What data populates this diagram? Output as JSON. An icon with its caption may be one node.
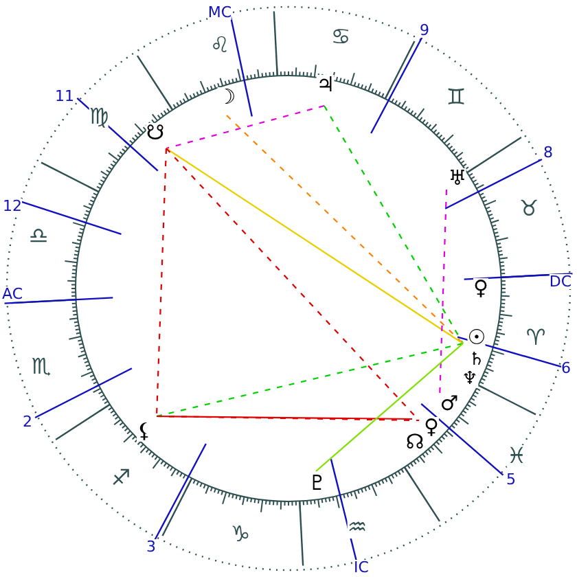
{
  "diagram": {
    "nodes": [
      {
        "text": [
          "☽"
        ]
      },
      {
        "text": [
          "♃"
        ]
      },
      {
        "text": [
          "☋"
        ]
      },
      {
        "text": [
          "♅"
        ]
      },
      {
        "text": [
          "♀"
        ]
      },
      {
        "text": [
          "☉"
        ]
      },
      {
        "text": [
          "♂"
        ]
      },
      {
        "text": [
          "♀"
        ]
      },
      {
        "text": [
          "☊"
        ]
      },
      {
        "text": [
          "⚸"
        ]
      },
      {
        "text": [
          "♇"
        ]
      }
    ],
    "edges": [
      {
        "from": 1,
        "to": 2,
        "arrow": "none",
        "style": "dashed",
        "color": "#e000e0"
      },
      {
        "from": 1,
        "to": 5,
        "arrow": "none",
        "style": "dashed",
        "color": "#00d000"
      },
      {
        "from": 0,
        "to": 5,
        "arrow": "none",
        "style": "dashed",
        "color": "#ff8000"
      },
      {
        "from": 2,
        "to": 5,
        "arrow": "none",
        "color": "#e8d000"
      },
      {
        "from": 2,
        "to": 9,
        "arrow": "none",
        "style": "dashed",
        "color": "#e00000"
      },
      {
        "from": 2,
        "to": 7,
        "arrow": "none",
        "style": "dashed",
        "color": "#e00000"
      },
      {
        "from": 3,
        "to": 6,
        "arrow": "none",
        "style": "dashed",
        "color": "#e000e0"
      },
      {
        "from": 9,
        "to": 5,
        "arrow": "none",
        "style": "dashed",
        "color": "#00d000"
      },
      {
        "from": 9,
        "to": 8,
        "arrow": "none",
        "color": "#e00000"
      },
      {
        "from": 9,
        "to": 7,
        "arrow": "none",
        "style": "dashed",
        "color": "#e00000"
      },
      {
        "from": 10,
        "to": 5,
        "arrow": "none",
        "color": "#80e000"
      }
    ],
    "labels": [
      "MC",
      "♌",
      "♋",
      "9",
      "11",
      "♍",
      "♊",
      "8",
      "12",
      "♉",
      "♎",
      "AC",
      "DC",
      "♈",
      "♄",
      "♆",
      "♏",
      "6",
      "2",
      "♓",
      "5",
      "♐",
      "3",
      "♑",
      "♒",
      "IC"
    ]
  }
}
